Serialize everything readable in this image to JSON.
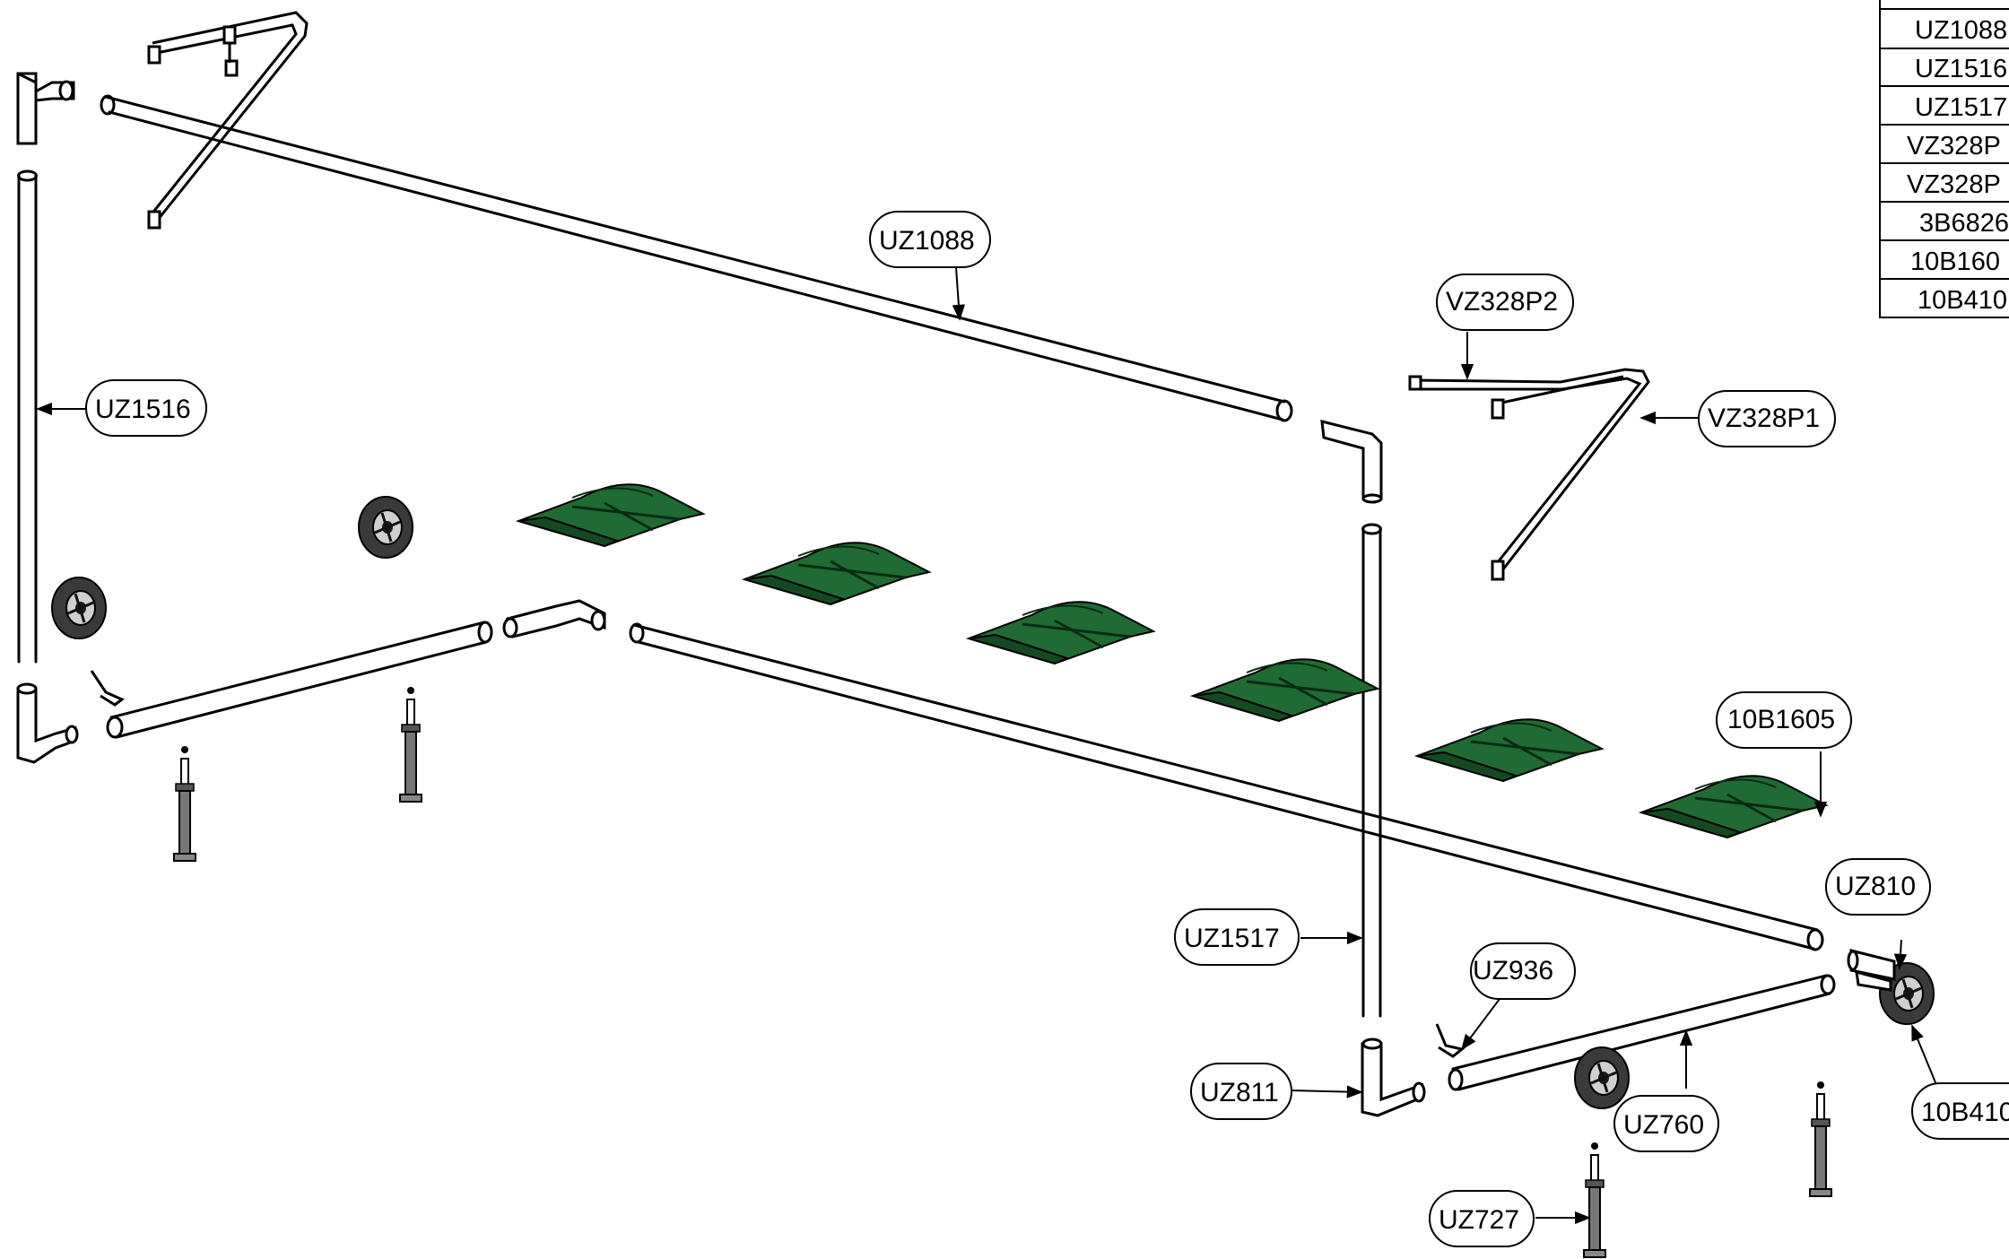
{
  "diagram": {
    "callouts": {
      "uz1088": "UZ1088",
      "uz1516": "UZ1516",
      "vz328p2": "VZ328P2",
      "vz328p1": "VZ328P1",
      "b1605": "10B1605",
      "uz810": "UZ810",
      "uz1517": "UZ1517",
      "uz936": "UZ936",
      "uz811": "UZ811",
      "uz760": "UZ760",
      "uz727": "UZ727",
      "b410": "10B410"
    },
    "parts_table": {
      "rows": [
        "UZ1088",
        "UZ1516",
        "UZ1517",
        "VZ328P",
        "VZ328P",
        "3B6826",
        "10B160",
        "10B410"
      ]
    },
    "colors": {
      "line": "#000000",
      "fabric": "#1f6b33",
      "fabric_dark": "#144a22",
      "wheel": "#3a3a3a"
    }
  }
}
